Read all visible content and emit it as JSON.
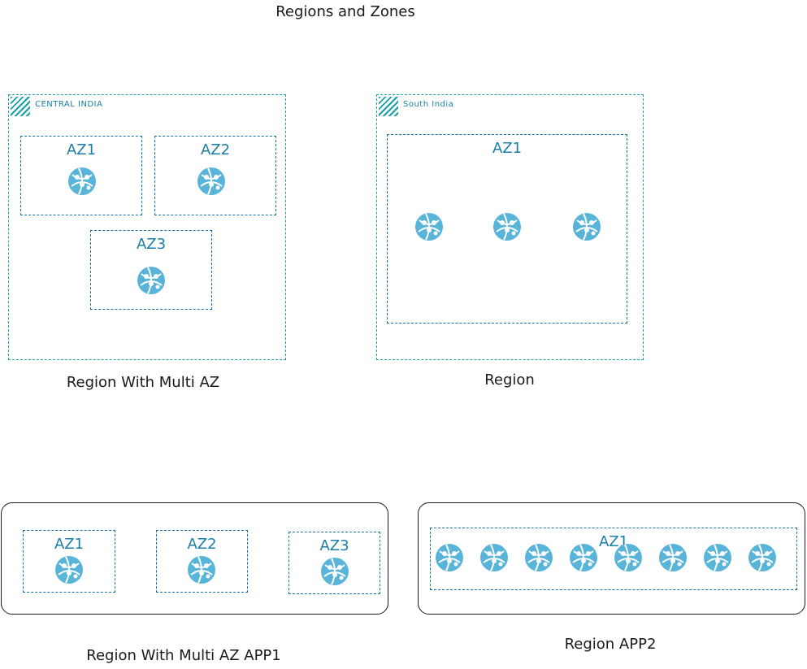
{
  "title": "Regions and Zones",
  "regions": {
    "central": {
      "name": "CENTRAL INDIA",
      "caption": "Region With Multi AZ",
      "azs": [
        "AZ1",
        "AZ2",
        "AZ3"
      ]
    },
    "south": {
      "name": "South India",
      "caption": "Region",
      "az": "AZ1"
    }
  },
  "apps": {
    "app1": {
      "caption": "Region With Multi AZ APP1",
      "azs": [
        "AZ1",
        "AZ2",
        "AZ3"
      ]
    },
    "app2": {
      "caption": "Region APP2",
      "az": "AZ1"
    }
  },
  "colors": {
    "region_border": "#1a9fa8",
    "az_border": "#1a6ea8",
    "az_label": "#1a7ea8",
    "icon": "#59b4d9"
  },
  "icon_name": "globe-network-icon"
}
